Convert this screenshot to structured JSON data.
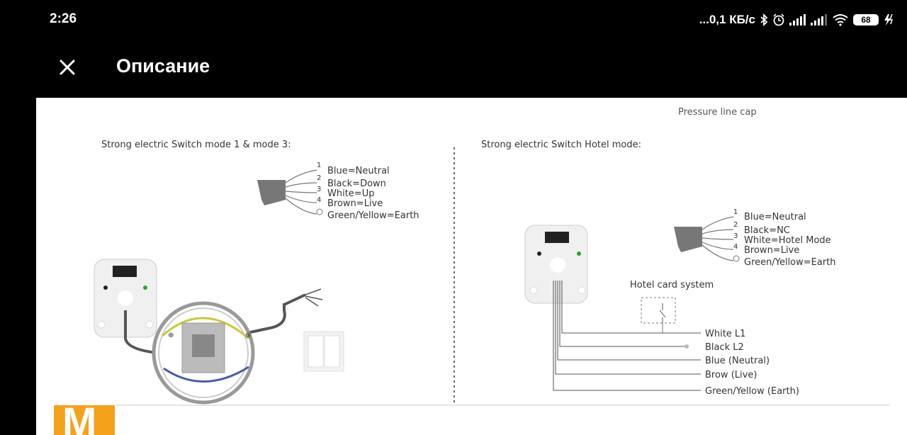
{
  "status_bar": {
    "time": "2:26",
    "network_speed": "...0,1 КБ/с",
    "battery_level": "68"
  },
  "app_bar": {
    "title": "Описание",
    "close_icon": "close-icon"
  },
  "diagram": {
    "top_caption": "Pressure line cap",
    "left_panel": {
      "heading": "Strong electric Switch mode 1 & mode 3:",
      "wires": [
        "Blue=Neutral",
        "Black=Down",
        "White=Up",
        "Brown=Live",
        "Green/Yellow=Earth"
      ],
      "wire_numbers": [
        "1",
        "2",
        "3",
        "4"
      ]
    },
    "right_panel": {
      "heading": "Strong electric Switch Hotel mode:",
      "wires": [
        "Blue=Neutral",
        "Black=NC",
        "White=Hotel Mode",
        "Brown=Live",
        "Green/Yellow=Earth"
      ],
      "wire_numbers": [
        "1",
        "2",
        "3",
        "4"
      ],
      "card_label": "Hotel card system",
      "outputs": [
        "White L1",
        "Black  L2",
        "Blue  (Neutral)",
        "Brow (Live)",
        "Green/Yellow (Earth)"
      ]
    },
    "logo_letter": "M"
  }
}
